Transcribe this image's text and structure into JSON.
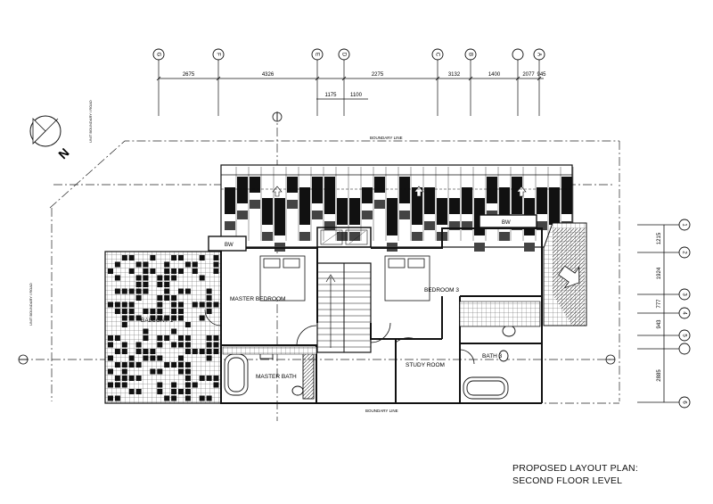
{
  "grid_columns": [
    "G",
    "F",
    "E",
    "D",
    "C",
    "B",
    "A"
  ],
  "grid_rows": [
    "1",
    "2",
    "3",
    "4",
    "5",
    "6"
  ],
  "dims_top": [
    "2675",
    "4326",
    "2275",
    "3132",
    "1400",
    "2077",
    "945"
  ],
  "dims_top_sub": [
    "1175",
    "1100"
  ],
  "dims_right": [
    "1215",
    "1924",
    "777",
    "943",
    "2885"
  ],
  "boundary_label": "BOUNDARY LINE",
  "neighbour_label": "UNIT BOUNDARY / ROAD",
  "rooms": {
    "master_bedroom": "MASTER BEDROOM",
    "bedroom3": "BEDROOM 3",
    "balcony": "BALCONY 1",
    "master_bath": "MASTER BATH",
    "bath3": "BATH 3",
    "study": "STUDY ROOM",
    "bw1": "BW",
    "bw2": "BW"
  },
  "north_label": "N",
  "title": {
    "line1": "PROPOSED LAYOUT PLAN:",
    "line2": "SECOND FLOOR LEVEL"
  }
}
